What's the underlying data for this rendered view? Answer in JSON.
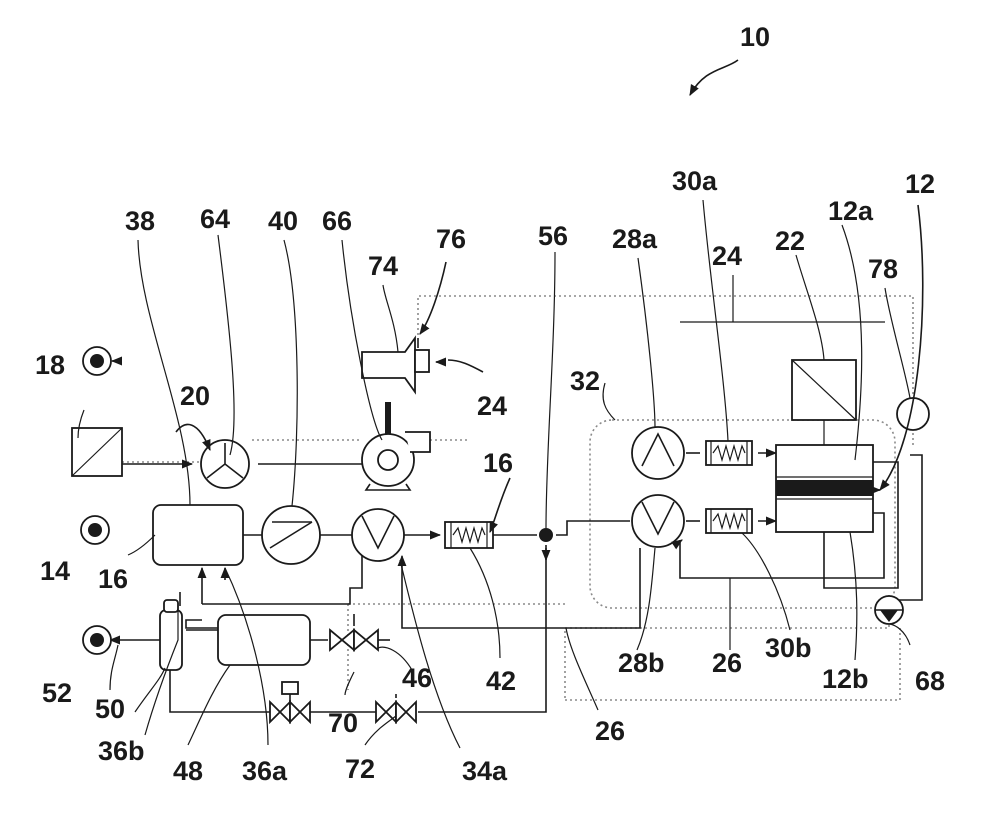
{
  "labels": {
    "l10": "10",
    "l12": "12",
    "l12a": "12a",
    "l12b": "12b",
    "l14": "14",
    "l16a": "16",
    "l16b": "16",
    "l18": "18",
    "l20": "20",
    "l22": "22",
    "l24a": "24",
    "l24b": "24",
    "l26a": "26",
    "l26b": "26",
    "l28a": "28a",
    "l28b": "28b",
    "l30a": "30a",
    "l30b": "30b",
    "l32": "32",
    "l34a": "34a",
    "l36a": "36a",
    "l36b": "36b",
    "l38": "38",
    "l40": "40",
    "l42": "42",
    "l46": "46",
    "l48": "48",
    "l50": "50",
    "l52": "52",
    "l56": "56",
    "l64": "64",
    "l66": "66",
    "l68": "68",
    "l70": "70",
    "l72": "72",
    "l74": "74",
    "l76": "76",
    "l78": "78"
  },
  "colors": {
    "line": "#1a1a1a",
    "dotted": "#8a8a8a",
    "background": "#ffffff"
  }
}
